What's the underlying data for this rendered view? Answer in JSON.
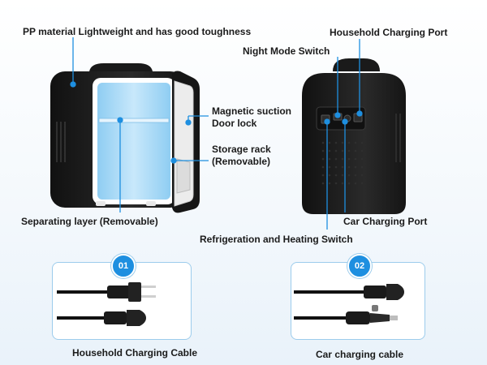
{
  "labels": {
    "pp_material": "PP material Lightweight and has good toughness",
    "household_port": "Household Charging Port",
    "night_mode": "Night Mode Switch",
    "magnetic_suction": "Magnetic suction",
    "door_lock": "Door lock",
    "storage_rack": "Storage rack",
    "storage_rack_note": "(Removable)",
    "separating_layer": "Separating layer (Removable)",
    "car_port": "Car Charging Port",
    "refrig_heating": "Refrigeration and Heating Switch"
  },
  "cables": [
    {
      "number": "01",
      "caption": "Household Charging Cable"
    },
    {
      "number": "02",
      "caption": "Car charging cable"
    }
  ],
  "colors": {
    "accent": "#1e8fe0",
    "box_border": "#9cccec",
    "body_black": "#1c1c1c",
    "interior_blue": "#a9d8f5"
  }
}
